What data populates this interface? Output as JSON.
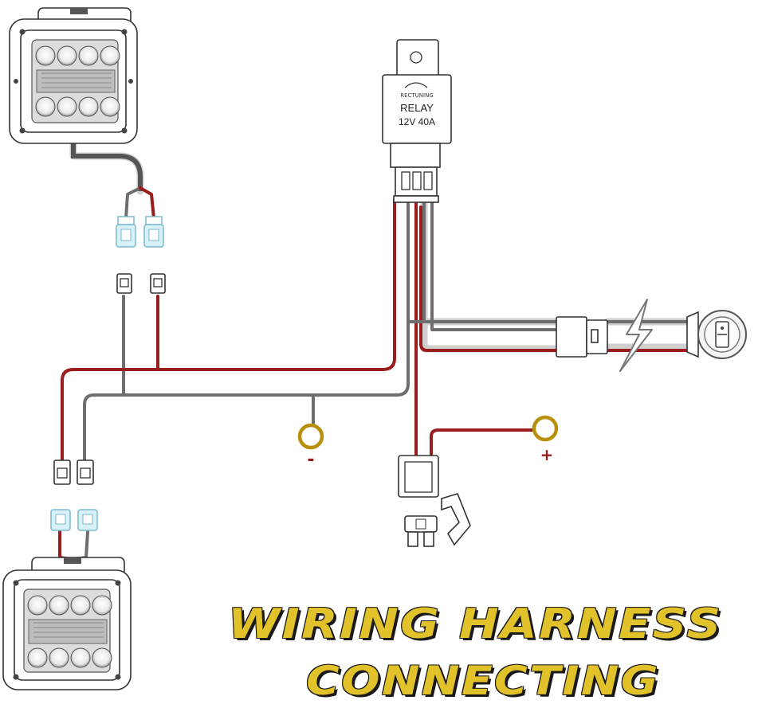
{
  "relay": {
    "brand": "RECTUNING",
    "label": "RELAY",
    "rating": "12V 40A"
  },
  "terminals": {
    "negative_symbol": "-",
    "positive_symbol": "+"
  },
  "title": {
    "line1": "WIRING HARNESS",
    "line2": "CONNECTING"
  },
  "colors": {
    "red_wire": "#9b1c1c",
    "gray_wire": "#6e6e6e",
    "ring_terminal": "#b8900c",
    "title_fill": "#e2c22a",
    "title_outline": "#1a1a1a",
    "connector_blue": "#8fc9de"
  }
}
